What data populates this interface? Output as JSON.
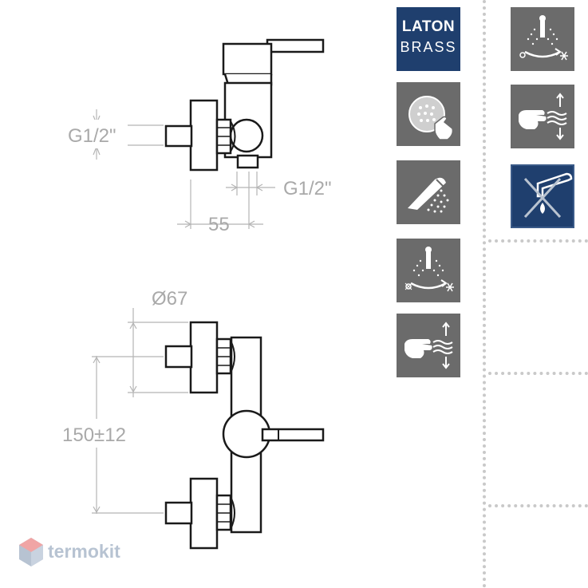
{
  "dimensions": {
    "thread_inlet": "G1/2\"",
    "thread_outlet": "G1/2\"",
    "offset": "55",
    "diameter": "Ø67",
    "center_distance": "150±12"
  },
  "badges": {
    "material_line1": "LATON",
    "material_line2": "BRASS"
  },
  "brand": {
    "name": "termokit"
  },
  "colors": {
    "tile_gray": "#6b6b6b",
    "tile_navy": "#1f3f6e",
    "drawing_line": "#1a1a1a",
    "dimension_gray": "#a9a9a9",
    "logo_accent": "#f0a5a5"
  },
  "icons": [
    "brass-material-icon",
    "temperature-control-icon",
    "anti-limescale-showerhead-icon",
    "hand-flow-control-icon",
    "hand-shower-icon",
    "no-spout-icon",
    "temperature-control-icon",
    "hand-flow-control-icon"
  ]
}
